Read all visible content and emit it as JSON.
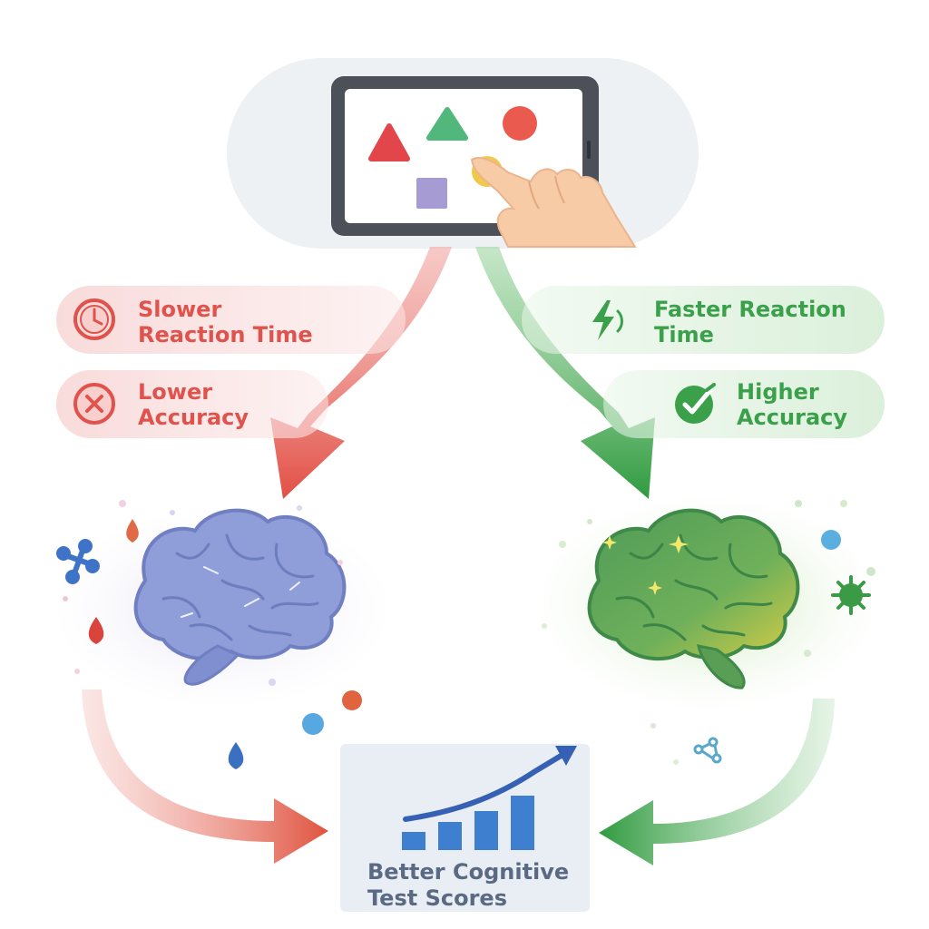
{
  "labels": {
    "slower_reaction": "Slower\nReaction Time",
    "lower_accuracy": "Lower\nAccuracy",
    "faster_reaction": "Faster Reaction\nTime",
    "higher_accuracy": "Higher\nAccuracy",
    "better_scores": "Better Cognitive\nTest Scores"
  },
  "icons": {
    "slower_reaction": "clock-icon",
    "lower_accuracy": "x-circle-icon",
    "faster_reaction": "lightning-icon",
    "higher_accuracy": "check-circle-icon",
    "scores": "bar-chart-trend-icon",
    "tablet": "tablet-icon",
    "hand": "pointing-hand-icon",
    "left_brain": "brain-icon",
    "right_brain": "brain-icon"
  },
  "colors": {
    "negative": "#e0534d",
    "positive": "#3aa04a",
    "neutral_brain": "#8a9bd6",
    "healthy_brain": "#5aa463",
    "score_blue": "#3f7fd0"
  }
}
